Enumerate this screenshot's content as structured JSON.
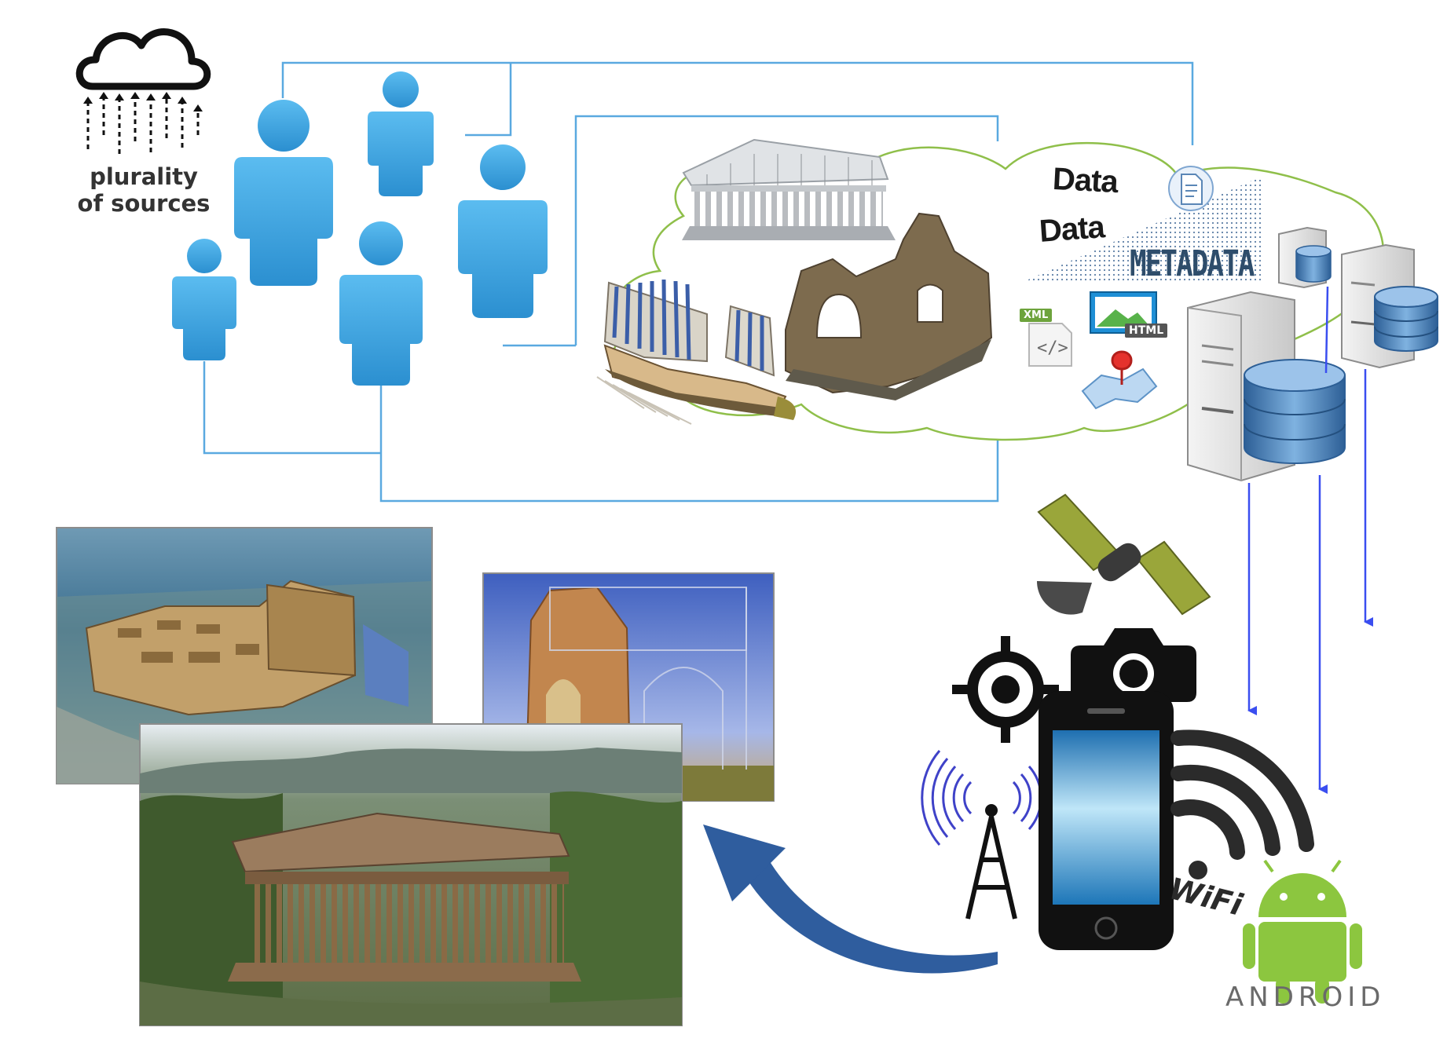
{
  "sources": {
    "label_line1": "plurality",
    "label_line2": "of sources"
  },
  "data_cloud": {
    "data_word_1": "Data",
    "data_word_2": "Data",
    "metadata_label": "METADATA",
    "xml_label": "XML",
    "html_label": "HTML"
  },
  "mobile": {
    "wifi_label": "WiFi",
    "android_label": "ANDROID"
  },
  "icons": {
    "cloud_upload": "cloud-upload-icon",
    "person": "person-icon",
    "temple_model": "temple-3d-model-icon",
    "ship_model": "trireme-3d-model-icon",
    "ruins_model": "ruins-3d-model-icon",
    "document": "document-icon",
    "map_pin": "map-pin-icon",
    "server": "server-icon",
    "database": "database-icon",
    "satellite": "satellite-icon",
    "gps_target": "gps-target-icon",
    "camera": "camera-icon",
    "smartphone": "smartphone-icon",
    "radio_tower": "radio-tower-icon",
    "wifi": "wifi-icon",
    "android_robot": "android-robot-icon",
    "return_arrow": "curved-arrow-icon"
  },
  "colors": {
    "person_blue": "#3aa7e0",
    "connector_blue": "#5aa9e0",
    "data_arrow_blue": "#3a4ef0",
    "cloud_green": "#8fbf4a",
    "android_green": "#8cc63f",
    "return_arrow": "#2f5d9e",
    "database_blue": "#4a7fb8"
  }
}
